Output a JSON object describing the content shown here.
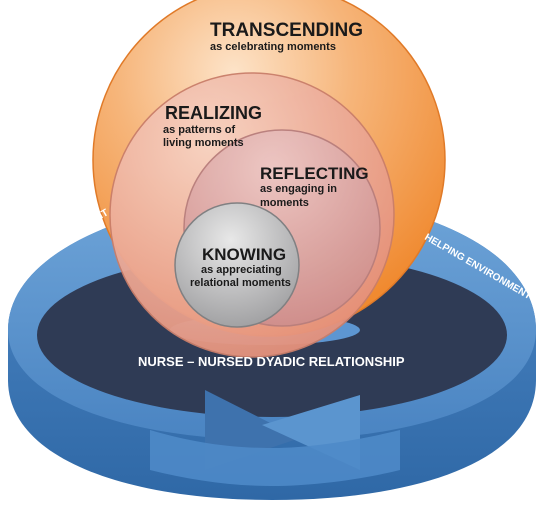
{
  "diagram": {
    "circles": [
      {
        "id": "transcending",
        "title": "TRANSCENDING",
        "subtitle": "as celebrating moments"
      },
      {
        "id": "realizing",
        "title": "REALIZING",
        "subtitle_lines": [
          "as patterns of",
          "living moments"
        ]
      },
      {
        "id": "reflecting",
        "title": "REFLECTING",
        "subtitle_lines": [
          "as engaging in",
          "moments"
        ]
      },
      {
        "id": "knowing",
        "title": "KNOWING",
        "subtitle_lines": [
          "as appreciating",
          "relational moments"
        ]
      }
    ],
    "base_label": "NURSE – NURSED DYADIC RELATIONSHIP",
    "ring_label_left": "HELPING ENVIRONMENT",
    "ring_label_right": "HELPING ENVIRONMENT",
    "colors": {
      "ring_blue": "#5b95cf",
      "ring_dark": "#3e72ad",
      "disc_navy": "#2f3b55",
      "orange": "#f29a4a",
      "salmon": "#e8987c",
      "rose": "#d99893",
      "grey": "#a9a9ab"
    }
  }
}
